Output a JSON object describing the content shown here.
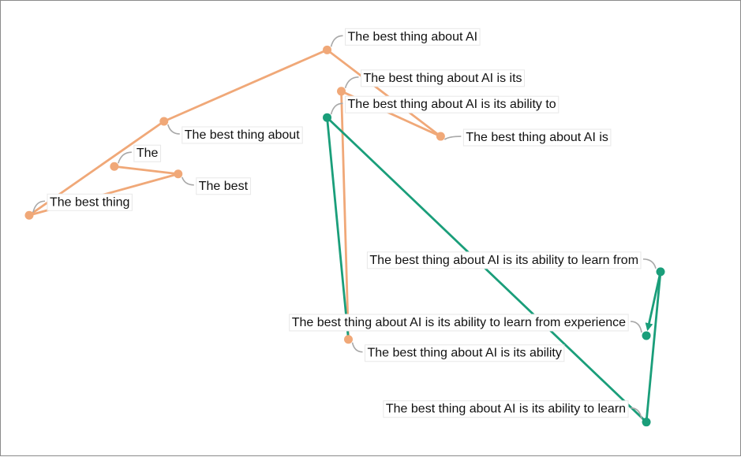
{
  "chart_data": {
    "type": "line",
    "title": "",
    "xlabel": "",
    "ylabel": "",
    "grid": false,
    "legend": "none",
    "colors": {
      "early": "#f0a878",
      "late": "#1a9e7a"
    },
    "points": [
      {
        "label": "The",
        "x": -3.4,
        "y": 2.2,
        "group": "early"
      },
      {
        "label": "The best",
        "x": -2.5,
        "y": 2.0,
        "group": "early"
      },
      {
        "label": "The best thing",
        "x": -4.6,
        "y": 0.9,
        "group": "early"
      },
      {
        "label": "The best thing about",
        "x": -2.7,
        "y": 3.4,
        "group": "early"
      },
      {
        "label": "The best thing about AI",
        "x": -0.4,
        "y": 5.3,
        "group": "early"
      },
      {
        "label": "The best thing about AI is",
        "x": 1.2,
        "y": 3.0,
        "group": "early"
      },
      {
        "label": "The best thing about AI is its",
        "x": -0.2,
        "y": 4.2,
        "group": "early"
      },
      {
        "label": "The best thing about AI is its ability",
        "x": -0.1,
        "y": -2.4,
        "group": "early"
      },
      {
        "label": "The best thing about AI is its ability to",
        "x": -0.4,
        "y": 3.5,
        "group": "late"
      },
      {
        "label": "The best thing about AI is its ability to learn",
        "x": 4.1,
        "y": -4.6,
        "group": "late"
      },
      {
        "label": "The best thing about AI is its ability to learn from",
        "x": 4.3,
        "y": -0.6,
        "group": "late"
      },
      {
        "label": "The best thing about AI is its ability to learn from experience",
        "x": 4.1,
        "y": -2.3,
        "group": "late"
      }
    ],
    "xlim": [
      -4.8,
      4.6
    ],
    "ylim": [
      -4.9,
      5.6
    ]
  }
}
